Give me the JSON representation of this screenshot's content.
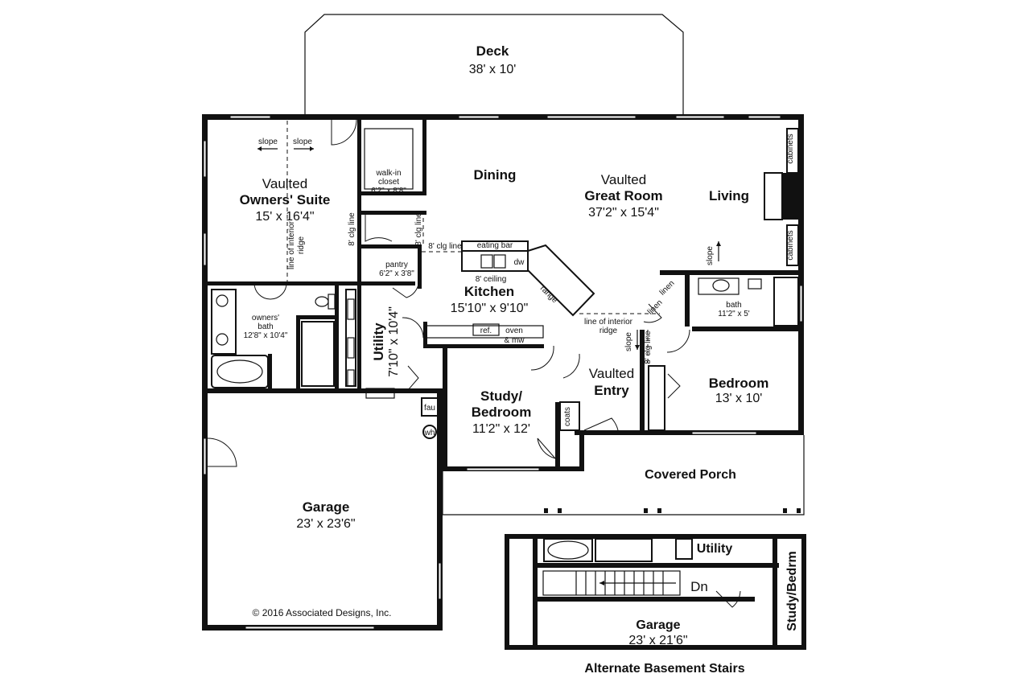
{
  "rooms": {
    "deck": {
      "name": "Deck",
      "dim": "38' x 10'"
    },
    "owners_suite": {
      "line1": "Vaulted",
      "name": "Owners' Suite",
      "dim": "15' x 16'4\""
    },
    "walk_in_closet": {
      "name1": "walk-in",
      "name2": "closet",
      "dim": "6'2\" x 8'8\""
    },
    "dining": {
      "name": "Dining"
    },
    "great_room": {
      "line1": "Vaulted",
      "name": "Great Room",
      "dim": "37'2\" x 15'4\""
    },
    "living": {
      "name": "Living"
    },
    "pantry": {
      "name": "pantry",
      "dim": "6'2\" x 3'8\""
    },
    "kitchen": {
      "name": "Kitchen",
      "dim": "15'10\" x 9'10\""
    },
    "owners_bath": {
      "name1": "owners'",
      "name2": "bath",
      "dim": "12'8\" x 10'4\""
    },
    "utility": {
      "name": "Utility",
      "dim": "7'10\" x 10'4\""
    },
    "study_bedroom": {
      "name1": "Study/",
      "name2": "Bedroom",
      "dim": "11'2\" x 12'"
    },
    "entry": {
      "line1": "Vaulted",
      "name": "Entry"
    },
    "bath": {
      "name": "bath",
      "dim": "11'2\" x 5'"
    },
    "bedroom": {
      "name": "Bedroom",
      "dim": "13' x 10'"
    },
    "covered_porch": {
      "name": "Covered Porch"
    },
    "garage": {
      "name": "Garage",
      "dim": "23' x 23'6\""
    }
  },
  "annotations": {
    "slope": "slope",
    "clg_line": "8' clg line",
    "interior_ridge1": "line of interior",
    "interior_ridge2": "ridge",
    "eating_bar": "eating bar",
    "ceiling": "8' ceiling",
    "dw": "dw",
    "range": "range",
    "ref": "ref.",
    "oven1": "oven",
    "oven2": "& mw",
    "cabinets": "cabinets",
    "linen": "linen",
    "coats": "coats",
    "fau": "fau",
    "wh": "wh",
    "copyright": "© 2016 Associated Designs, Inc."
  },
  "alternate": {
    "utility": "Utility",
    "study": "Study/Bedrm",
    "dn": "Dn",
    "garage": "Garage",
    "garage_dim": "23' x 21'6\"",
    "title": "Alternate Basement Stairs"
  }
}
